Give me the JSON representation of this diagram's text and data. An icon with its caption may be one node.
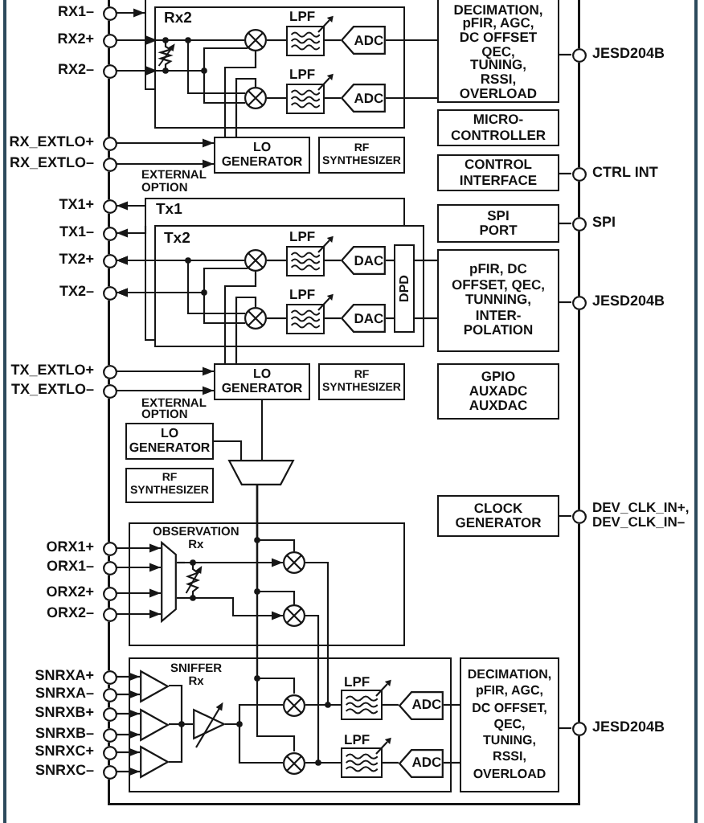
{
  "diagram": {
    "nodes": [
      {
        "text": [],
        "shape": "box"
      },
      {
        "text": [],
        "shape": "circle",
        "beside": [
          "RX1–"
        ]
      },
      {
        "text": [],
        "shape": "circle",
        "beside": [
          "RX2+"
        ]
      },
      {
        "text": [],
        "shape": "circle",
        "beside": [
          "RX2–"
        ]
      },
      {
        "text": [],
        "shape": "circle",
        "beside": [
          "RX_EXTLO+"
        ]
      },
      {
        "text": [],
        "shape": "circle",
        "beside": [
          "RX_EXTLO–"
        ]
      },
      {
        "text": [],
        "shape": "circle",
        "beside": [
          "TX1+"
        ]
      },
      {
        "text": [],
        "shape": "circle",
        "beside": [
          "TX1–"
        ]
      },
      {
        "text": [],
        "shape": "circle",
        "beside": [
          "TX2+"
        ]
      },
      {
        "text": [],
        "shape": "circle",
        "beside": [
          "TX2–"
        ]
      },
      {
        "text": [],
        "shape": "circle",
        "beside": [
          "TX_EXTLO+"
        ]
      },
      {
        "text": [],
        "shape": "circle",
        "beside": [
          "TX_EXTLO–"
        ]
      },
      {
        "text": [],
        "shape": "circle",
        "beside": [
          "ORX1+"
        ]
      },
      {
        "text": [],
        "shape": "circle",
        "beside": [
          "ORX1–"
        ]
      },
      {
        "text": [],
        "shape": "circle",
        "beside": [
          "ORX2+"
        ]
      },
      {
        "text": [],
        "shape": "circle",
        "beside": [
          "ORX2–"
        ]
      },
      {
        "text": [],
        "shape": "circle",
        "beside": [
          "SNRXA+"
        ]
      },
      {
        "text": [],
        "shape": "circle",
        "beside": [
          "SNRXA–"
        ]
      },
      {
        "text": [],
        "shape": "circle",
        "beside": [
          "SNRXB+"
        ]
      },
      {
        "text": [],
        "shape": "circle",
        "beside": [
          "SNRXB–"
        ]
      },
      {
        "text": [],
        "shape": "circle",
        "beside": [
          "SNRXC+"
        ]
      },
      {
        "text": [],
        "shape": "circle",
        "beside": [
          "SNRXC–"
        ]
      },
      {
        "text": [],
        "shape": "circle",
        "beside": [
          "JESD204B"
        ]
      },
      {
        "text": [],
        "shape": "circle",
        "beside": [
          "CTRL INT"
        ]
      },
      {
        "text": [],
        "shape": "circle",
        "beside": [
          "SPI"
        ]
      },
      {
        "text": [],
        "shape": "circle",
        "beside": [
          "JESD204B"
        ]
      },
      {
        "text": [],
        "shape": "circle",
        "beside": [
          "DEV_CLK_IN+, DEV_CLK_IN–"
        ]
      },
      {
        "text": [],
        "shape": "circle",
        "beside": [
          "JESD204B"
        ]
      },
      {
        "text": [
          "Rx2"
        ],
        "in": 0
      },
      {
        "text": [],
        "shape": "resistor",
        "in": 28
      },
      {
        "text": [],
        "shape": "circle",
        "in": 28
      },
      {
        "text": [],
        "shape": "circle",
        "in": 28
      },
      {
        "text": [
          "LPF"
        ],
        "in": 28
      },
      {
        "text": [
          "LPF"
        ],
        "in": 28
      },
      {
        "text": [
          "ADC"
        ],
        "in": 28
      },
      {
        "text": [
          "ADC"
        ],
        "in": 28
      },
      {
        "text": [
          "DECIMATION, pFIR, AGC, DC OFFSET QEC, TUNING, RSSI, OVERLOAD"
        ],
        "in": 0
      },
      {
        "text": [
          "MICRO-CONTROLLER"
        ],
        "in": 0
      },
      {
        "text": [
          "LO GENERATOR"
        ],
        "in": 0
      },
      {
        "text": [
          "RF SYNTHESIZER"
        ],
        "in": 0
      },
      {
        "text": [
          "CONTROL INTERFACE"
        ],
        "in": 0
      },
      {
        "text": [
          "Tx1"
        ],
        "in": 0
      },
      {
        "text": [
          "SPI PORT"
        ],
        "in": 0
      },
      {
        "text": [
          "Tx2"
        ],
        "in": 0
      },
      {
        "text": [],
        "shape": "circle",
        "in": 43
      },
      {
        "text": [],
        "shape": "circle",
        "in": 43
      },
      {
        "text": [
          "LPF"
        ],
        "in": 43
      },
      {
        "text": [
          "LPF"
        ],
        "in": 43
      },
      {
        "text": [
          "DAC"
        ],
        "in": 43
      },
      {
        "text": [
          "DAC"
        ],
        "in": 43
      },
      {
        "text": [
          "DPD"
        ],
        "in": 43
      },
      {
        "text": [
          "pFIR, DC OFFSET, QEC, TUNNING, INTER-POLATION"
        ],
        "in": 0
      },
      {
        "text": [
          "LO GENERATOR"
        ],
        "in": 0
      },
      {
        "text": [
          "RF SYNTHESIZER"
        ],
        "in": 0
      },
      {
        "text": [
          "GPIO AUXADC AUXDAC"
        ],
        "in": 0
      },
      {
        "text": [
          "LO GENERATOR"
        ],
        "in": 0
      },
      {
        "text": [
          "RF SYNTHESIZER"
        ],
        "in": 0
      },
      {
        "text": [],
        "shape": "trapezoid",
        "in": 0
      },
      {
        "text": [
          "CLOCK GENERATOR"
        ],
        "in": 0
      },
      {
        "text": [
          "OBSERVATION Rx"
        ],
        "in": 0
      },
      {
        "text": [],
        "shape": "trapezoid",
        "in": 59
      },
      {
        "text": [],
        "shape": "resistor",
        "in": 59
      },
      {
        "text": [],
        "shape": "circle",
        "in": 59
      },
      {
        "text": [],
        "shape": "circle",
        "in": 59
      },
      {
        "text": [
          "SNIFFER Rx"
        ],
        "in": 0
      },
      {
        "text": [],
        "shape": "triangle",
        "in": 64
      },
      {
        "text": [],
        "shape": "triangle",
        "in": 64
      },
      {
        "text": [],
        "shape": "triangle",
        "in": 64
      },
      {
        "text": [],
        "shape": "triangle",
        "in": 64
      },
      {
        "text": [],
        "shape": "circle",
        "in": 64
      },
      {
        "text": [],
        "shape": "circle",
        "in": 64
      },
      {
        "text": [
          "LPF"
        ],
        "in": 64
      },
      {
        "text": [
          "LPF"
        ],
        "in": 64
      },
      {
        "text": [
          "ADC"
        ],
        "in": 64
      },
      {
        "text": [
          "ADC"
        ],
        "in": 64
      },
      {
        "text": [
          "DECIMATION, pFIR, AGC, DC OFFSET, QEC, TUNING, RSSI, OVERLOAD"
        ],
        "in": 0
      },
      {
        "text": [],
        "shape": "box",
        "in": 0
      }
    ],
    "edges": [
      {
        "from": 1,
        "to": 76,
        "arrow": "to"
      },
      {
        "from": 2,
        "to": 29,
        "arrow": "to"
      },
      {
        "from": 3,
        "to": 29,
        "arrow": "to"
      },
      {
        "from": 29,
        "to": 30,
        "arrow": "none"
      },
      {
        "from": 29,
        "to": 31,
        "arrow": "none"
      },
      {
        "from": 29,
        "to": 30,
        "arrow": "none"
      },
      {
        "from": 29,
        "to": 31,
        "arrow": "none"
      },
      {
        "from": 30,
        "to": 32,
        "arrow": "none"
      },
      {
        "from": 31,
        "to": 33,
        "arrow": "none"
      },
      {
        "from": 32,
        "to": 34,
        "arrow": "none"
      },
      {
        "from": 33,
        "to": 35,
        "arrow": "none"
      },
      {
        "from": 34,
        "to": 36,
        "arrow": "none"
      },
      {
        "from": 35,
        "to": 36,
        "arrow": "none"
      },
      {
        "from": 36,
        "to": 22,
        "arrow": "none"
      },
      {
        "from": 4,
        "to": 38,
        "arrow": "to"
      },
      {
        "from": 5,
        "to": 38,
        "arrow": "to"
      },
      {
        "from": 38,
        "to": 30,
        "arrow": "none"
      },
      {
        "from": 38,
        "to": 31,
        "arrow": "none"
      },
      {
        "from": 40,
        "to": 23,
        "arrow": "none"
      },
      {
        "from": 41,
        "to": 6,
        "arrow": "to"
      },
      {
        "from": 41,
        "to": 7,
        "arrow": "to"
      },
      {
        "from": 42,
        "to": 24,
        "arrow": "none"
      },
      {
        "from": 51,
        "to": 50,
        "arrow": "none"
      },
      {
        "from": 51,
        "to": 50,
        "arrow": "none"
      },
      {
        "from": 50,
        "to": 48,
        "arrow": "none"
      },
      {
        "from": 50,
        "to": 49,
        "arrow": "none"
      },
      {
        "from": 48,
        "to": 46,
        "arrow": "none"
      },
      {
        "from": 49,
        "to": 47,
        "arrow": "none"
      },
      {
        "from": 46,
        "to": 44,
        "arrow": "none"
      },
      {
        "from": 47,
        "to": 45,
        "arrow": "none"
      },
      {
        "from": 44,
        "to": 8,
        "arrow": "to"
      },
      {
        "from": 44,
        "to": 9,
        "arrow": "to"
      },
      {
        "from": 45,
        "to": 8,
        "arrow": "to"
      },
      {
        "from": 45,
        "to": 9,
        "arrow": "to"
      },
      {
        "from": 51,
        "to": 25,
        "arrow": "none"
      },
      {
        "from": 10,
        "to": 52,
        "arrow": "to"
      },
      {
        "from": 11,
        "to": 52,
        "arrow": "to"
      },
      {
        "from": 52,
        "to": 44,
        "arrow": "none"
      },
      {
        "from": 52,
        "to": 45,
        "arrow": "none"
      },
      {
        "from": 52,
        "to": 57,
        "arrow": "none"
      },
      {
        "from": 55,
        "to": 57,
        "arrow": "none"
      },
      {
        "from": 58,
        "to": 26,
        "arrow": "none"
      },
      {
        "from": 12,
        "to": 60,
        "arrow": "to"
      },
      {
        "from": 13,
        "to": 60,
        "arrow": "to"
      },
      {
        "from": 14,
        "to": 60,
        "arrow": "to"
      },
      {
        "from": 15,
        "to": 60,
        "arrow": "to"
      },
      {
        "from": 60,
        "to": 61,
        "arrow": "none"
      },
      {
        "from": 60,
        "to": 61,
        "arrow": "none"
      },
      {
        "from": 61,
        "to": 62,
        "arrow": "to"
      },
      {
        "from": 61,
        "to": 63,
        "arrow": "to"
      },
      {
        "from": 57,
        "to": 62,
        "arrow": "none"
      },
      {
        "from": 57,
        "to": 63,
        "arrow": "none"
      },
      {
        "from": 57,
        "to": 69,
        "arrow": "none"
      },
      {
        "from": 57,
        "to": 70,
        "arrow": "none"
      },
      {
        "from": 62,
        "to": 71,
        "arrow": "none"
      },
      {
        "from": 63,
        "to": 72,
        "arrow": "none"
      },
      {
        "from": 16,
        "to": 65,
        "arrow": "to"
      },
      {
        "from": 17,
        "to": 65,
        "arrow": "to"
      },
      {
        "from": 18,
        "to": 66,
        "arrow": "to"
      },
      {
        "from": 19,
        "to": 66,
        "arrow": "to"
      },
      {
        "from": 20,
        "to": 67,
        "arrow": "to"
      },
      {
        "from": 21,
        "to": 67,
        "arrow": "to"
      },
      {
        "from": 65,
        "to": 68,
        "arrow": "none"
      },
      {
        "from": 66,
        "to": 68,
        "arrow": "none"
      },
      {
        "from": 67,
        "to": 68,
        "arrow": "none"
      },
      {
        "from": 68,
        "to": 69,
        "arrow": "none"
      },
      {
        "from": 68,
        "to": 70,
        "arrow": "none"
      },
      {
        "from": 69,
        "to": 71,
        "arrow": "none"
      },
      {
        "from": 70,
        "to": 72,
        "arrow": "none"
      },
      {
        "from": 71,
        "to": 73,
        "arrow": "none"
      },
      {
        "from": 72,
        "to": 74,
        "arrow": "none"
      },
      {
        "from": 73,
        "to": 75,
        "arrow": "none"
      },
      {
        "from": 74,
        "to": 75,
        "arrow": "none"
      },
      {
        "from": 75,
        "to": 27,
        "arrow": "none"
      }
    ],
    "labels": [
      "EXTERNAL OPTION",
      "EXTERNAL OPTION"
    ]
  }
}
